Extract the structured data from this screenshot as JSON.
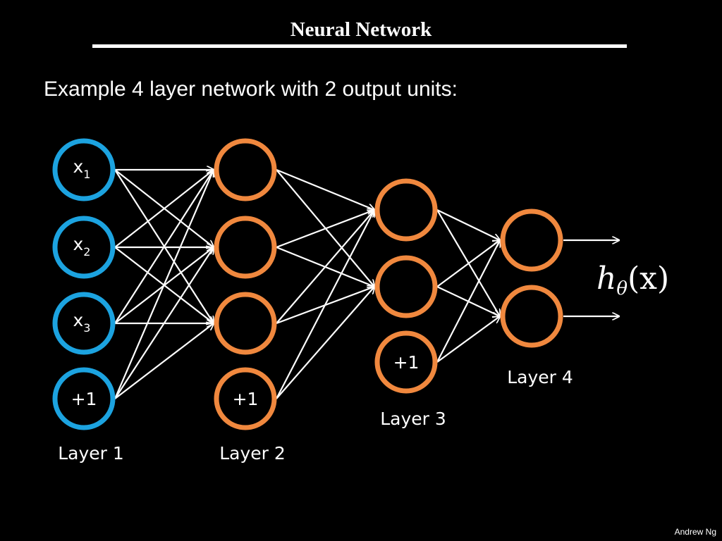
{
  "slide": {
    "title": "Neural Network",
    "subtitle": "Example 4 layer network with 2 output units:",
    "footer": "Andrew Ng"
  },
  "colors": {
    "background": "#000000",
    "input_node": "#1ca3e0",
    "hidden_node": "#f0883e",
    "edge": "#ffffff",
    "text": "#ffffff"
  },
  "layers": [
    {
      "label": "Layer 1",
      "nodes": [
        {
          "base": "x",
          "sub": "1"
        },
        {
          "base": "x",
          "sub": "2"
        },
        {
          "base": "x",
          "sub": "3"
        },
        {
          "base": "+1",
          "sub": ""
        }
      ]
    },
    {
      "label": "Layer 2",
      "nodes": [
        {
          "base": "",
          "sub": ""
        },
        {
          "base": "",
          "sub": ""
        },
        {
          "base": "",
          "sub": ""
        },
        {
          "base": "+1",
          "sub": ""
        }
      ]
    },
    {
      "label": "Layer 3",
      "nodes": [
        {
          "base": "",
          "sub": ""
        },
        {
          "base": "",
          "sub": ""
        },
        {
          "base": "+1",
          "sub": ""
        }
      ]
    },
    {
      "label": "Layer 4",
      "nodes": [
        {
          "base": "",
          "sub": ""
        },
        {
          "base": "",
          "sub": ""
        }
      ]
    }
  ],
  "output": {
    "h": "h",
    "sub": "θ",
    "arg": "(x)"
  }
}
